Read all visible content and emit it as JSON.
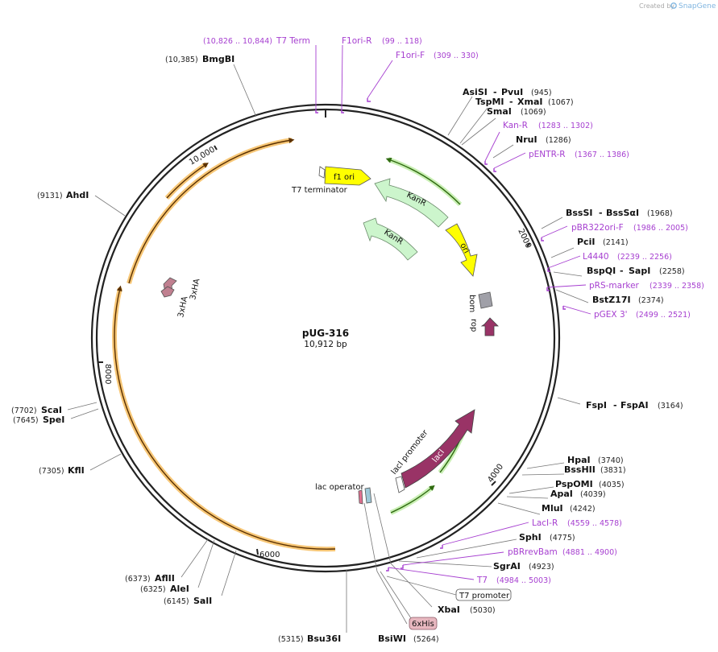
{
  "app": {
    "credit_prefix": "Created by",
    "credit_brand": "SnapGene"
  },
  "plasmid": {
    "name": "pUG-316",
    "size": "10,912 bp"
  },
  "ticks": [
    "2000",
    "4000",
    "6000",
    "8000",
    "10,000"
  ],
  "enzymes": [
    {
      "name": "BmgBI",
      "pos": "(10,385)"
    },
    {
      "name": "AsiSI",
      "name2": "PvuI",
      "pos": "(945)"
    },
    {
      "name": "TspMI",
      "name2": "XmaI",
      "pos": "(1067)"
    },
    {
      "name": "SmaI",
      "pos": "(1069)"
    },
    {
      "name": "NruI",
      "pos": "(1286)"
    },
    {
      "name": "BssSI",
      "name2": "BssSαI",
      "pos": "(1968)"
    },
    {
      "name": "PciI",
      "pos": "(2141)"
    },
    {
      "name": "BspQI",
      "name2": "SapI",
      "pos": "(2258)"
    },
    {
      "name": "BstZ17I",
      "pos": "(2374)"
    },
    {
      "name": "FspI",
      "name2": "FspAI",
      "pos": "(3164)"
    },
    {
      "name": "HpaI",
      "pos": "(3740)"
    },
    {
      "name": "BssHII",
      "pos": "(3831)"
    },
    {
      "name": "PspOMI",
      "pos": "(4035)"
    },
    {
      "name": "ApaI",
      "pos": "(4039)"
    },
    {
      "name": "MluI",
      "pos": "(4242)"
    },
    {
      "name": "SphI",
      "pos": "(4775)"
    },
    {
      "name": "SgrAI",
      "pos": "(4923)"
    },
    {
      "name": "XbaI",
      "pos": "(5030)"
    },
    {
      "name": "BsiWI",
      "pos": "(5264)"
    },
    {
      "name": "Bsu36I",
      "pos": "(5315)"
    },
    {
      "name": "SalI",
      "pos": "(6145)"
    },
    {
      "name": "AleI",
      "pos": "(6325)"
    },
    {
      "name": "AflII",
      "pos": "(6373)"
    },
    {
      "name": "KflI",
      "pos": "(7305)"
    },
    {
      "name": "SpeI",
      "pos": "(7645)"
    },
    {
      "name": "ScaI",
      "pos": "(7702)"
    },
    {
      "name": "AhdI",
      "pos": "(9131)"
    }
  ],
  "primers": [
    {
      "name": "T7 Term",
      "pos": "(10,826 .. 10,844)"
    },
    {
      "name": "F1ori-R",
      "pos": "(99 .. 118)"
    },
    {
      "name": "F1ori-F",
      "pos": "(309 .. 330)"
    },
    {
      "name": "Kan-R",
      "pos": "(1283 .. 1302)"
    },
    {
      "name": "pENTR-R",
      "pos": "(1367 .. 1386)"
    },
    {
      "name": "pBR322ori-F",
      "pos": "(1986 .. 2005)"
    },
    {
      "name": "L4440",
      "pos": "(2239 .. 2256)"
    },
    {
      "name": "pRS-marker",
      "pos": "(2339 .. 2358)"
    },
    {
      "name": "pGEX 3'",
      "pos": "(2499 .. 2521)"
    },
    {
      "name": "LacI-R",
      "pos": "(4559 .. 4578)"
    },
    {
      "name": "pBRrevBam",
      "pos": "(4881 .. 4900)"
    },
    {
      "name": "T7",
      "pos": "(4984 .. 5003)"
    }
  ],
  "features": {
    "f1_ori": "f1 ori",
    "t7_terminator": "T7 terminator",
    "kanr_1": "KanR",
    "kanr_2": "KanR",
    "ori": "ori",
    "bom": "bom",
    "rop": "rop",
    "laci": "lacI",
    "laci_promoter": "lacI promoter",
    "lac_operator": "lac operator",
    "t7_promoter": "T7 promoter",
    "his_tag": "6xHis",
    "ha_1": "3xHA",
    "ha_2": "3xHA"
  },
  "colors": {
    "backbone": "#222222",
    "orange_orf": "#f0a030",
    "green_orf": "#559922",
    "kanr": "#ccf5cc",
    "ori": "#ffff00",
    "laci": "#993366",
    "rop": "#993366",
    "bom": "#a0a0a8",
    "ha": "#c08090",
    "primer": "#a63fd0",
    "his_box": "#e8b8c0"
  }
}
